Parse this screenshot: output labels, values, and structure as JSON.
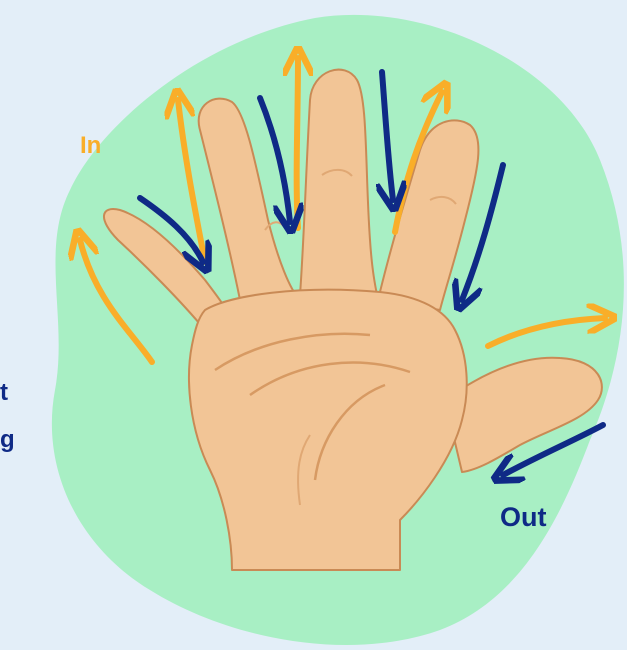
{
  "labels": {
    "in": "In",
    "out": "Out",
    "side_1": "t",
    "side_2": "g"
  },
  "colors": {
    "page_background": "#e3eef8",
    "blob": "#a8efc4",
    "skin": "#f2c596",
    "skin_shadow": "#e0a874",
    "outline": "#c98a55",
    "in_arrow": "#f9ae29",
    "out_arrow": "#0f2a86"
  },
  "icons": {
    "hand": "hand-icon",
    "in_arrow": "up-arrow-icon",
    "out_arrow": "down-arrow-icon"
  }
}
